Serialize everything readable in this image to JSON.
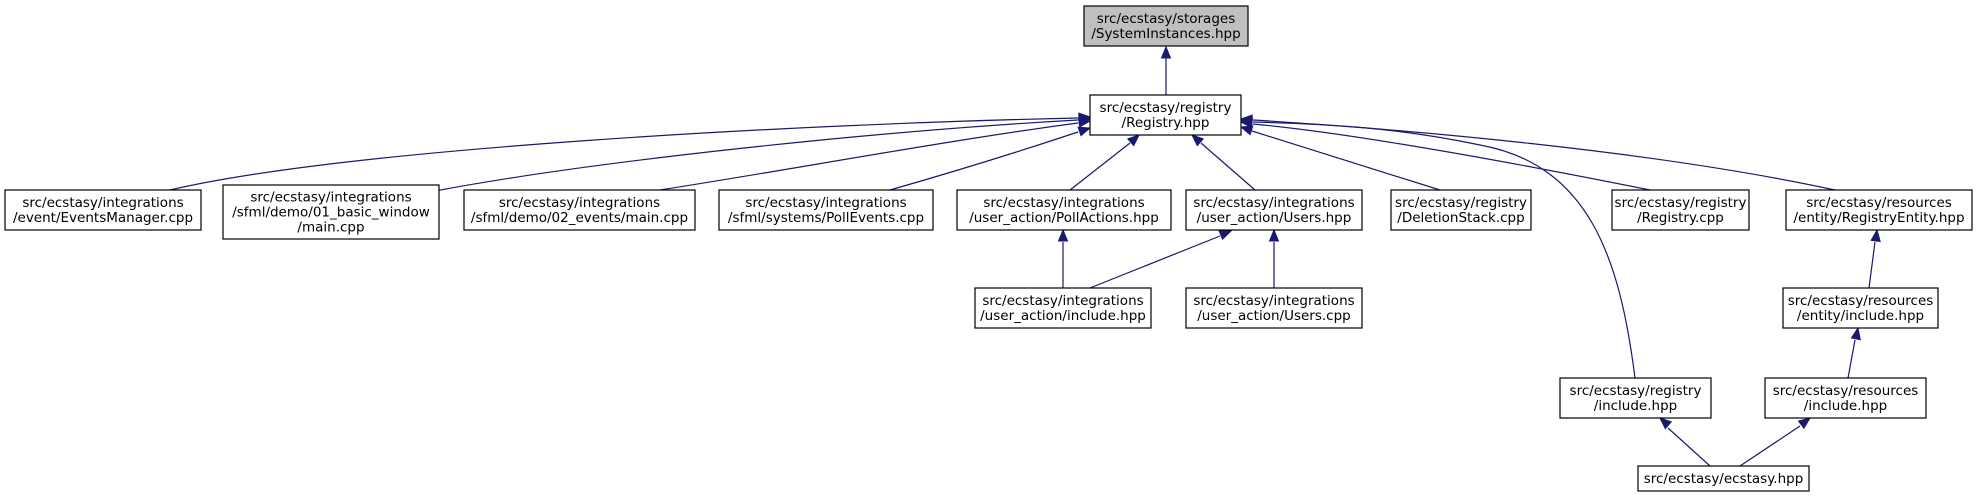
{
  "diagram": {
    "type": "include-dependency-graph",
    "colors": {
      "edge": "#191970",
      "root_fill": "#bfbfbf",
      "node_fill": "#ffffff",
      "border": "#000000"
    },
    "nodes": [
      {
        "id": "system_instances",
        "lines": [
          "src/ecstasy/storages",
          "/SystemInstances.hpp"
        ],
        "root": true
      },
      {
        "id": "registry_hpp",
        "lines": [
          "src/ecstasy/registry",
          "/Registry.hpp"
        ]
      },
      {
        "id": "events_manager",
        "lines": [
          "src/ecstasy/integrations",
          "/event/EventsManager.cpp"
        ]
      },
      {
        "id": "sfml_demo_01",
        "lines": [
          "src/ecstasy/integrations",
          "/sfml/demo/01_basic_window",
          "/main.cpp"
        ]
      },
      {
        "id": "sfml_demo_02",
        "lines": [
          "src/ecstasy/integrations",
          "/sfml/demo/02_events/main.cpp"
        ]
      },
      {
        "id": "poll_events",
        "lines": [
          "src/ecstasy/integrations",
          "/sfml/systems/PollEvents.cpp"
        ]
      },
      {
        "id": "poll_actions",
        "lines": [
          "src/ecstasy/integrations",
          "/user_action/PollActions.hpp"
        ]
      },
      {
        "id": "users_hpp",
        "lines": [
          "src/ecstasy/integrations",
          "/user_action/Users.hpp"
        ]
      },
      {
        "id": "deletion_stack",
        "lines": [
          "src/ecstasy/registry",
          "/DeletionStack.cpp"
        ]
      },
      {
        "id": "registry_cpp",
        "lines": [
          "src/ecstasy/registry",
          "/Registry.cpp"
        ]
      },
      {
        "id": "registry_entity",
        "lines": [
          "src/ecstasy/resources",
          "/entity/RegistryEntity.hpp"
        ]
      },
      {
        "id": "user_action_include",
        "lines": [
          "src/ecstasy/integrations",
          "/user_action/include.hpp"
        ]
      },
      {
        "id": "users_cpp",
        "lines": [
          "src/ecstasy/integrations",
          "/user_action/Users.cpp"
        ]
      },
      {
        "id": "entity_include",
        "lines": [
          "src/ecstasy/resources",
          "/entity/include.hpp"
        ]
      },
      {
        "id": "registry_include",
        "lines": [
          "src/ecstasy/registry",
          "/include.hpp"
        ]
      },
      {
        "id": "resources_include",
        "lines": [
          "src/ecstasy/resources",
          "/include.hpp"
        ]
      },
      {
        "id": "ecstasy_hpp",
        "lines": [
          "src/ecstasy/ecstasy.hpp"
        ]
      }
    ],
    "edges": [
      {
        "from": "registry_hpp",
        "to": "system_instances"
      },
      {
        "from": "events_manager",
        "to": "registry_hpp"
      },
      {
        "from": "sfml_demo_01",
        "to": "registry_hpp"
      },
      {
        "from": "sfml_demo_02",
        "to": "registry_hpp"
      },
      {
        "from": "poll_events",
        "to": "registry_hpp"
      },
      {
        "from": "poll_actions",
        "to": "registry_hpp"
      },
      {
        "from": "users_hpp",
        "to": "registry_hpp"
      },
      {
        "from": "deletion_stack",
        "to": "registry_hpp"
      },
      {
        "from": "registry_include",
        "to": "registry_hpp"
      },
      {
        "from": "registry_cpp",
        "to": "registry_hpp"
      },
      {
        "from": "registry_entity",
        "to": "registry_hpp"
      },
      {
        "from": "user_action_include",
        "to": "poll_actions"
      },
      {
        "from": "user_action_include",
        "to": "users_hpp"
      },
      {
        "from": "users_cpp",
        "to": "users_hpp"
      },
      {
        "from": "entity_include",
        "to": "registry_entity"
      },
      {
        "from": "resources_include",
        "to": "entity_include"
      },
      {
        "from": "ecstasy_hpp",
        "to": "registry_include"
      },
      {
        "from": "ecstasy_hpp",
        "to": "resources_include"
      }
    ]
  }
}
